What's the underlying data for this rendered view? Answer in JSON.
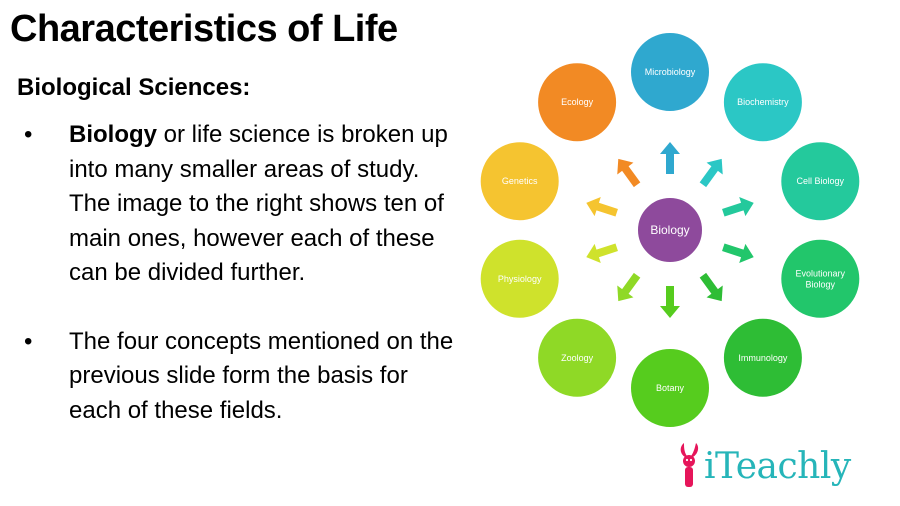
{
  "slide": {
    "title": "Characteristics of Life",
    "subtitle": "Biological Sciences:",
    "bullets": [
      {
        "marker": "•",
        "bold": "Biology",
        "text": " or life science is broken up into many smaller areas of study. The image to the right shows ten of main ones, however each of these can be divided further."
      },
      {
        "marker": "•",
        "text": "The four concepts mentioned on the previous slide form the basis for each of these fields."
      }
    ]
  },
  "diagram": {
    "center": {
      "label": "Biology",
      "color": "#8e4a9c"
    },
    "fields": [
      {
        "lines": [
          "Microbiology"
        ],
        "color": "#2fa8cf"
      },
      {
        "lines": [
          "Biochemistry"
        ],
        "color": "#2bc7c5"
      },
      {
        "lines": [
          "Cell Biology"
        ],
        "color": "#24c99c"
      },
      {
        "lines": [
          "Evolutionary",
          "Biology"
        ],
        "color": "#22c66b"
      },
      {
        "lines": [
          "Immunology"
        ],
        "color": "#2ebd35"
      },
      {
        "lines": [
          "Botany"
        ],
        "color": "#56cc1e"
      },
      {
        "lines": [
          "Zoology"
        ],
        "color": "#8fd926"
      },
      {
        "lines": [
          "Physiology"
        ],
        "color": "#cfe22c"
      },
      {
        "lines": [
          "Genetics"
        ],
        "color": "#f5c430"
      },
      {
        "lines": [
          "Ecology"
        ],
        "color": "#f28a24"
      }
    ]
  },
  "logo": {
    "text": "iTeachly",
    "mascot_icon": "rabbit-icon",
    "text_color": "#26b5b9",
    "mascot_color": "#e6155a"
  }
}
